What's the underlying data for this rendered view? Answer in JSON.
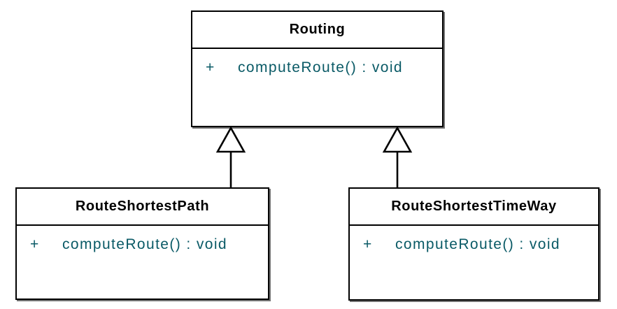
{
  "diagram": {
    "type": "uml-class-diagram",
    "colors": {
      "background": "#ffffff",
      "box_fill": "#ffffff",
      "box_stroke": "#000000",
      "title_text": "#000000",
      "member_text": "#0a5a66"
    },
    "classes": [
      {
        "name": "Routing",
        "methods": [
          {
            "visibility": "+",
            "signature": "computeRoute() : void"
          }
        ]
      },
      {
        "name": "RouteShortestPath",
        "methods": [
          {
            "visibility": "+",
            "signature": "computeRoute() : void"
          }
        ]
      },
      {
        "name": "RouteShortestTimeWay",
        "methods": [
          {
            "visibility": "+",
            "signature": "computeRoute() : void"
          }
        ]
      }
    ],
    "relationships": [
      {
        "type": "generalization",
        "from": "RouteShortestPath",
        "to": "Routing"
      },
      {
        "type": "generalization",
        "from": "RouteShortestTimeWay",
        "to": "Routing"
      }
    ]
  }
}
